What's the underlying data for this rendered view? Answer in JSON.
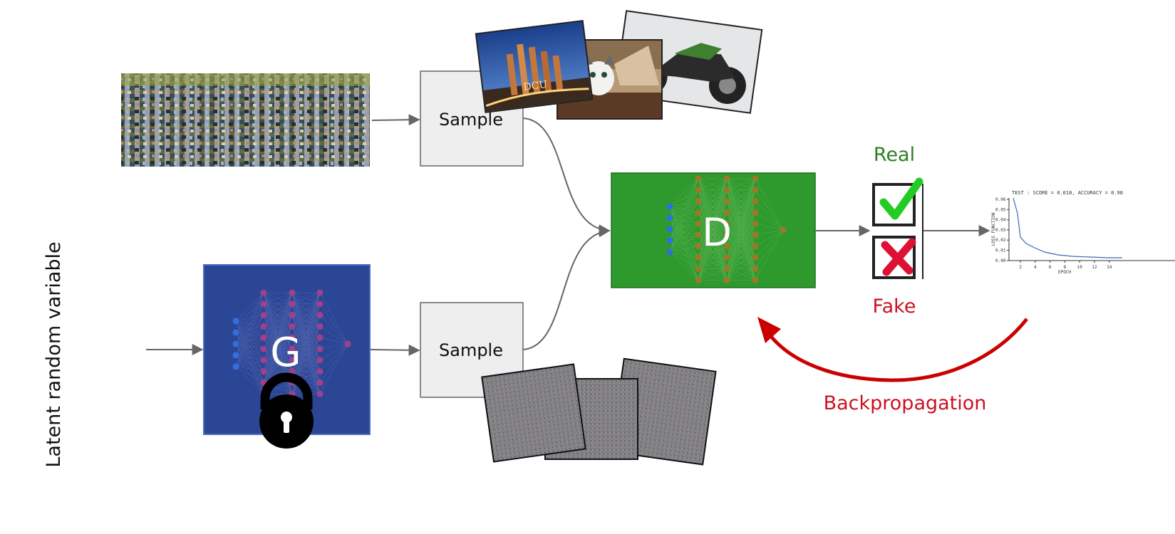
{
  "labels": {
    "latent": "Latent random variable",
    "sample_top": "Sample",
    "sample_bottom": "Sample",
    "generator": "G",
    "discriminator": "D",
    "real": "Real",
    "fake": "Fake",
    "backprop": "Backpropagation",
    "photo_text": "DCU",
    "loss_title": "TEST : SCORE = 0.018, ACCURACY = 0.98",
    "loss_xlabel": "EPOCH",
    "loss_ylabel": "LOSS FUNCTION",
    "loss_yticks": [
      "0.06",
      "0.05",
      "0.04",
      "0.03",
      "0.02",
      "0.01",
      "0.00"
    ],
    "loss_xticks": [
      "2",
      "4",
      "6",
      "8",
      "10",
      "12",
      "14"
    ]
  },
  "colors": {
    "generator_bg": "#2c4696",
    "discriminator_bg": "#2e9a2e",
    "real_text": "#2f7d24",
    "fake_text": "#cc1122",
    "check": "#22cc22",
    "cross": "#dd1133",
    "backprop_arrow": "#cc0000",
    "sample_box": "#eeeeee",
    "arrow": "#666666"
  },
  "icons": [
    "lock-icon",
    "check-icon",
    "cross-icon"
  ]
}
